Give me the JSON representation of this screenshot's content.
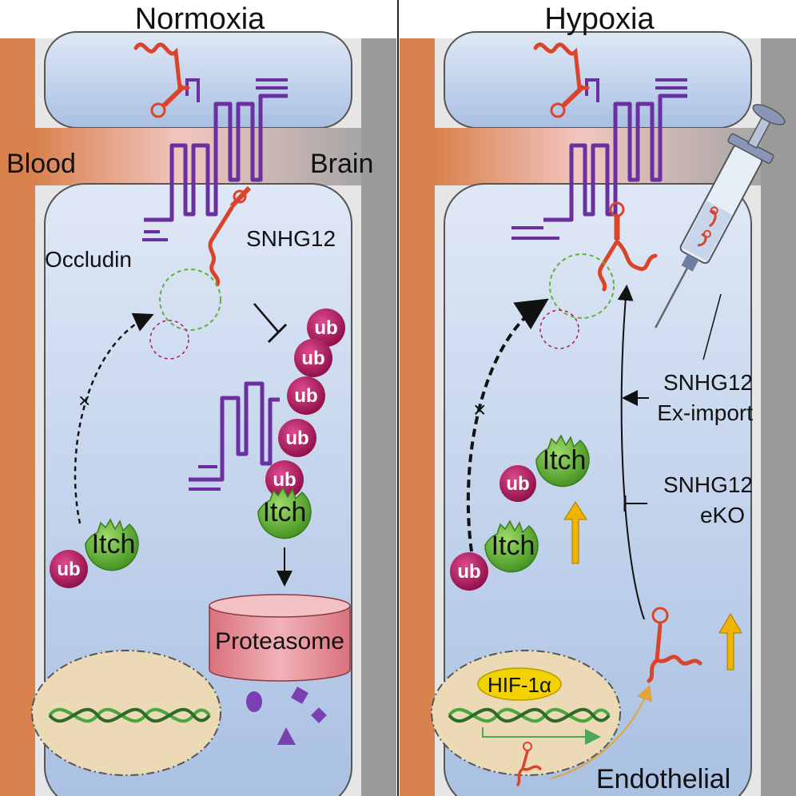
{
  "panels": {
    "left": {
      "title": "Normoxia"
    },
    "right": {
      "title": "Hypoxia"
    }
  },
  "labels": {
    "blood": "Blood",
    "brain": "Brain",
    "occludin": "Occludin",
    "snhg12": "SNHG12",
    "proteasome": "Proteasome",
    "itch": "Itch",
    "ub": "ub",
    "hif": "HIF-1α",
    "endothelial": "Endothelial",
    "ex_import_line1": "SNHG12",
    "ex_import_line2": "Ex-import",
    "eko_line1": "SNHG12",
    "eko_line2": "eKO"
  },
  "colors": {
    "blood_wall": "#d9824e",
    "brain_wall": "#9a9a9a",
    "lumen": "#c9d8ef",
    "occludin": "#6a2fa0",
    "rna": "#d9442a",
    "itch": "#5fb234",
    "ub": "#b5165f",
    "proteasome": "#e79aa2",
    "nucleus": "#ecd9b5",
    "up_arrow": "#f0b400",
    "hif": "#f2d200"
  }
}
